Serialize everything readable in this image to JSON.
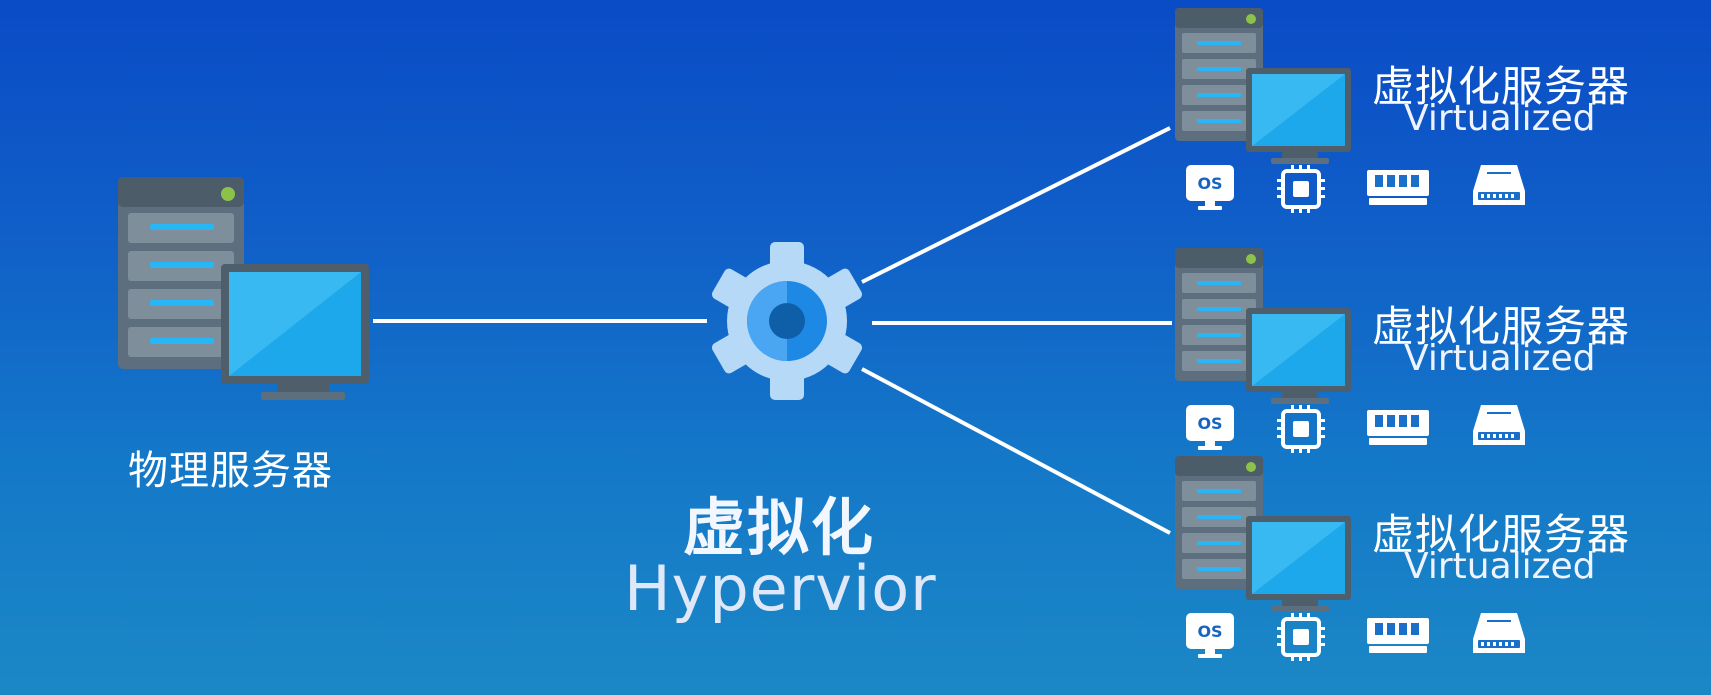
{
  "physical_server": {
    "label": "物理服务器",
    "icon": "server-with-monitor-icon"
  },
  "hypervisor": {
    "label_cn": "虚拟化",
    "label_en": "Hypervior",
    "icon": "gear-icon"
  },
  "virtual_machines": [
    {
      "label_cn": "虚拟化服务器",
      "label_en": "Virtualized",
      "resources": [
        "os-icon",
        "cpu-icon",
        "ram-icon",
        "disk-icon"
      ],
      "os_text": "OS"
    },
    {
      "label_cn": "虚拟化服务器",
      "label_en": "Virtualized",
      "resources": [
        "os-icon",
        "cpu-icon",
        "ram-icon",
        "disk-icon"
      ],
      "os_text": "OS"
    },
    {
      "label_cn": "虚拟化服务器",
      "label_en": "Virtualized",
      "resources": [
        "os-icon",
        "cpu-icon",
        "ram-icon",
        "disk-icon"
      ],
      "os_text": "OS"
    }
  ],
  "colors": {
    "background_top": "#0a4bc6",
    "background_bottom": "#1b88c6",
    "server_body": "#5d6f7e",
    "monitor_screen": "#1ea8ec",
    "gear_outer": "#b5d9f7",
    "gear_inner": "#1e88e5",
    "status_led": "#8bc34a",
    "connector": "#ffffff"
  }
}
